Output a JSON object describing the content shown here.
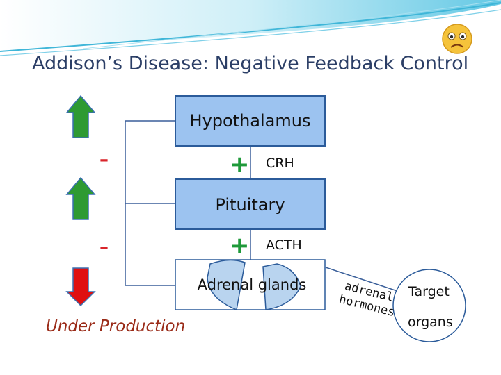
{
  "slide": {
    "title": "Addison’s Disease: Negative Feedback Control"
  },
  "diagram": {
    "hypothalamus": "Hypothalamus",
    "pituitary": "Pituitary",
    "adrenal": "Adrenal glands",
    "crh": "CRH",
    "acth": "ACTH",
    "plus_sign": "+",
    "minus_sign": "–",
    "hormones_line1": "adrenal",
    "hormones_line2": "hormones",
    "target_line1": "Target",
    "target_line2": "organs",
    "under_production": "Under Production"
  },
  "arrows": {
    "top": {
      "direction": "up",
      "color": "#2e9a32"
    },
    "middle": {
      "direction": "up",
      "color": "#2e9a32"
    },
    "bottom": {
      "direction": "down",
      "color": "#e01010"
    }
  },
  "colors": {
    "box_fill": "#9cc3f0",
    "box_border": "#2b5b9a",
    "gland_fill": "#b9d4ef",
    "accent_teal": "#3fb6d8",
    "title": "#2b3e66"
  },
  "icons": [
    "sad-face-icon"
  ]
}
